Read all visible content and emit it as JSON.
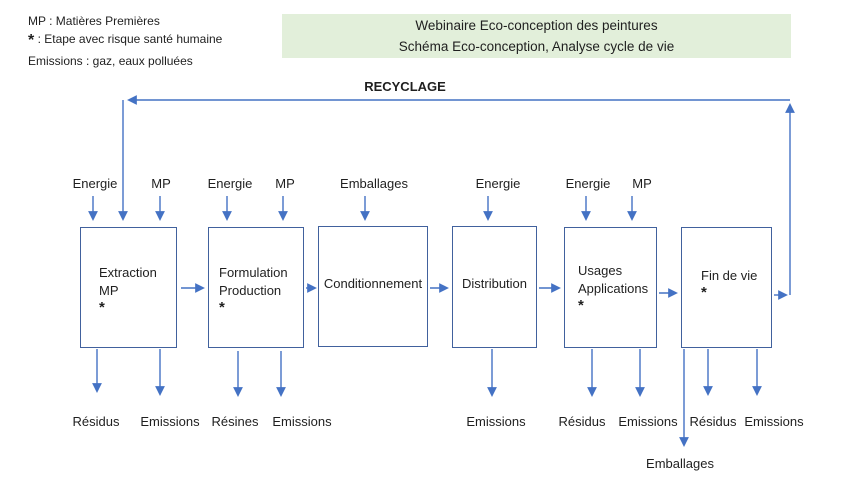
{
  "legend": {
    "mp": "MP : Matières Premières",
    "star_symbol": "*",
    "star_text": " : Etape avec risque santé humaine",
    "emissions": "Emissions : gaz, eaux polluées"
  },
  "header": {
    "line1": "Webinaire Eco-conception des peintures",
    "line2": "Schéma Eco-conception, Analyse cycle de vie",
    "bg_color": "#e2efda"
  },
  "recycle": {
    "label": "RECYCLAGE"
  },
  "stages": [
    {
      "id": "extraction-mp",
      "line1": "Extraction",
      "line2": "MP",
      "star": "*"
    },
    {
      "id": "formulation-production",
      "line1": "Formulation",
      "line2": "Production",
      "star": "*"
    },
    {
      "id": "conditionnement",
      "line1": "Conditionnement"
    },
    {
      "id": "distribution",
      "line1": "Distribution"
    },
    {
      "id": "usages-applications",
      "line1": "Usages",
      "line2": "Applications",
      "star": "*"
    },
    {
      "id": "fin-de-vie",
      "line1": "Fin de vie",
      "star": "*"
    }
  ],
  "input_labels": [
    {
      "text": "Energie"
    },
    {
      "text": "MP"
    },
    {
      "text": "Energie"
    },
    {
      "text": "MP"
    },
    {
      "text": "Emballages"
    },
    {
      "text": "Energie"
    },
    {
      "text": "Energie"
    },
    {
      "text": "MP"
    }
  ],
  "output_labels": [
    {
      "text": "Résidus"
    },
    {
      "text": "Emissions"
    },
    {
      "text": "Résines"
    },
    {
      "text": "Emissions"
    },
    {
      "text": "Emissions"
    },
    {
      "text": "Résidus"
    },
    {
      "text": "Emissions"
    },
    {
      "text": "Résidus"
    },
    {
      "text": "Emissions"
    },
    {
      "text": "Emballages"
    }
  ],
  "colors": {
    "arrow": "#4472c4",
    "box_border": "#41619d",
    "header_bg": "#e2efda",
    "text": "#1f1f1f"
  }
}
